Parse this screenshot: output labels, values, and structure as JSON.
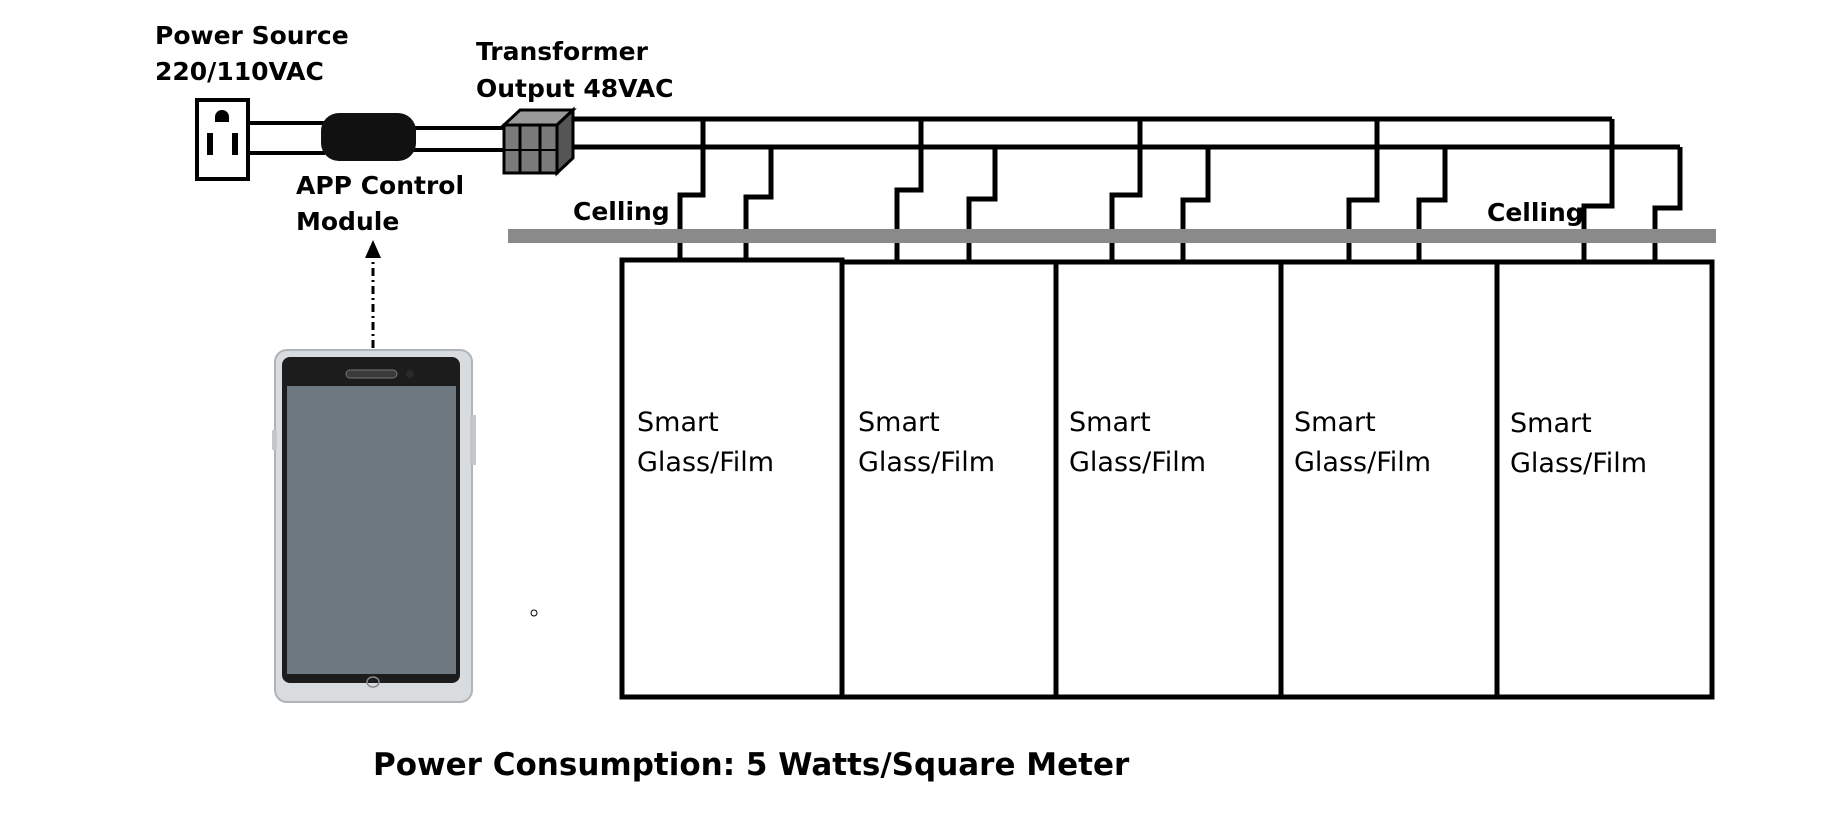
{
  "power_source": {
    "line1": "Power Source",
    "line2": "220/110VAC"
  },
  "transformer": {
    "line1": "Transformer",
    "line2": "Output 48VAC"
  },
  "app_control": {
    "line1": "APP Control",
    "line2": "Module"
  },
  "ceiling_labels": [
    "Celling",
    "Celling"
  ],
  "panels": [
    {
      "line1": "Smart",
      "line2": "Glass/Film"
    },
    {
      "line1": "Smart",
      "line2": "Glass/Film"
    },
    {
      "line1": "Smart",
      "line2": "Glass/Film"
    },
    {
      "line1": "Smart",
      "line2": "Glass/Film"
    },
    {
      "line1": "Smart",
      "line2": "Glass/Film"
    }
  ],
  "footer": "Power Consumption: 5 Watts/Square Meter",
  "colors": {
    "ceiling": "#8a8a8a",
    "phone_screen": "#6e7880",
    "transformer": "#7a7a7a",
    "module": "#111111"
  }
}
